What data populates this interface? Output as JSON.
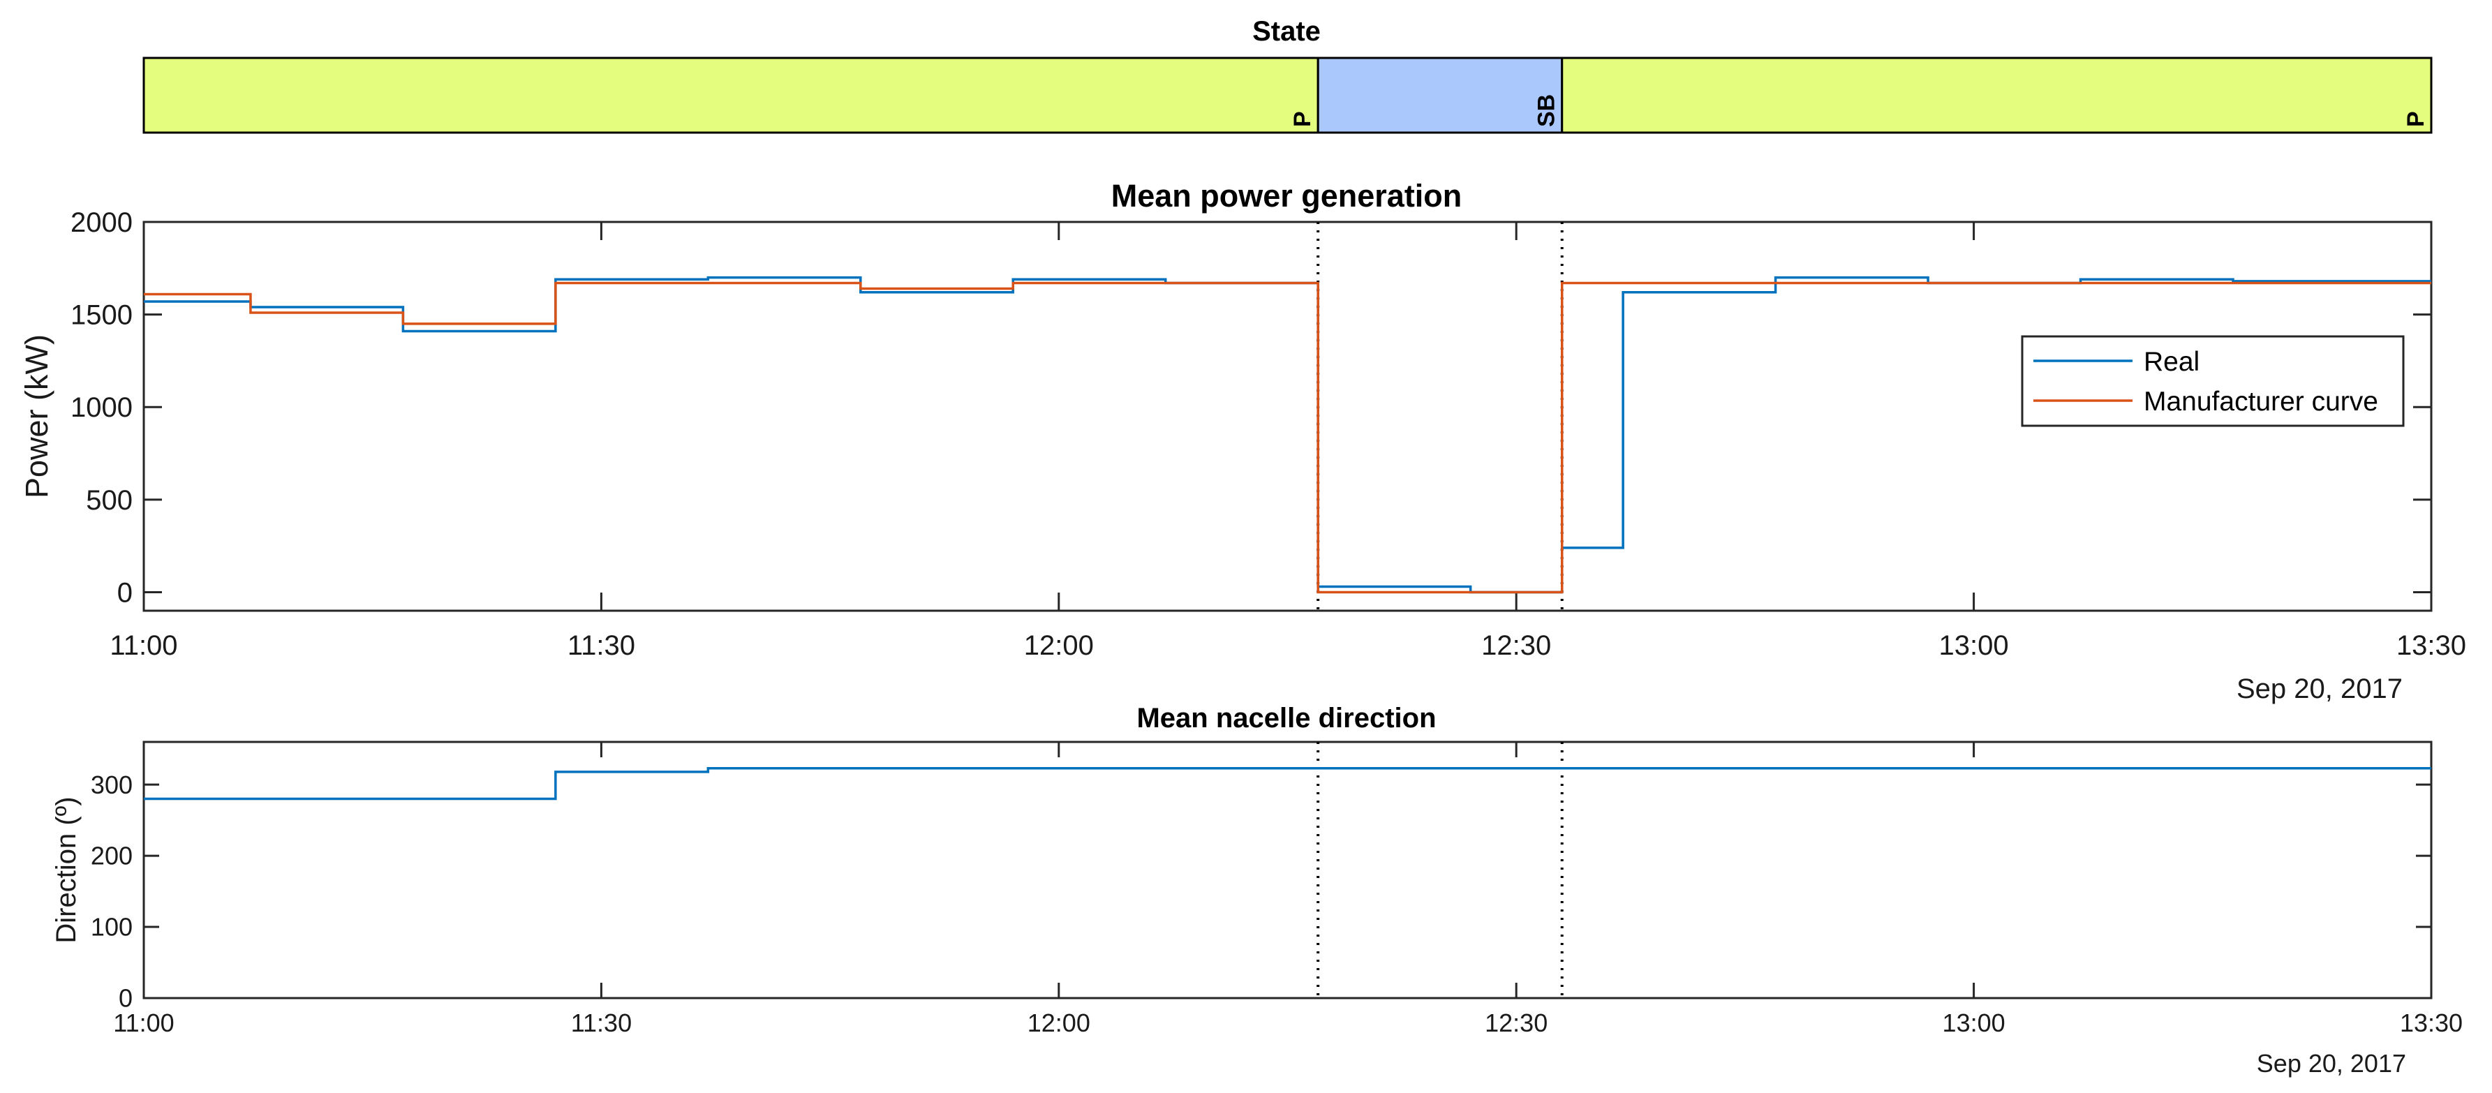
{
  "figure": {
    "date_label": "Sep 20, 2017"
  },
  "chart_data": [
    {
      "type": "state_bar",
      "title": "State",
      "xlim": [
        "11:00",
        "13:30"
      ],
      "segments": [
        {
          "start": "11:00",
          "end": "12:17",
          "label": "P",
          "color": "#e4fd7f"
        },
        {
          "start": "12:17",
          "end": "12:33",
          "label": "SB",
          "color": "#abc8fd"
        },
        {
          "start": "12:33",
          "end": "13:30",
          "label": "P",
          "color": "#e4fd7f"
        }
      ]
    },
    {
      "type": "line",
      "step": true,
      "title": "Mean power generation",
      "xlabel": "",
      "ylabel": "Power (kW)",
      "xlim": [
        "11:00",
        "13:30"
      ],
      "ylim": [
        -100,
        2000
      ],
      "yticks": [
        0,
        500,
        1000,
        1500,
        2000
      ],
      "xticks": [
        "11:00",
        "11:30",
        "12:00",
        "12:30",
        "13:00",
        "13:30"
      ],
      "date_label": "Sep 20, 2017",
      "vlines": [
        "12:17",
        "12:33"
      ],
      "legend": "right",
      "series": [
        {
          "name": "Real",
          "color": "#0072bd",
          "points": [
            [
              "11:00",
              1570
            ],
            [
              "11:07",
              1540
            ],
            [
              "11:17",
              1410
            ],
            [
              "11:27",
              1690
            ],
            [
              "11:37",
              1700
            ],
            [
              "11:47",
              1620
            ],
            [
              "11:57",
              1690
            ],
            [
              "12:07",
              1670
            ],
            [
              "12:17",
              30
            ],
            [
              "12:27",
              0
            ],
            [
              "12:33",
              240
            ],
            [
              "12:37",
              1620
            ],
            [
              "12:47",
              1700
            ],
            [
              "12:57",
              1670
            ],
            [
              "13:07",
              1690
            ],
            [
              "13:17",
              1680
            ],
            [
              "13:30",
              1680
            ]
          ]
        },
        {
          "name": "Manufacturer curve",
          "color": "#d95319",
          "points": [
            [
              "11:00",
              1610
            ],
            [
              "11:07",
              1510
            ],
            [
              "11:17",
              1450
            ],
            [
              "11:27",
              1670
            ],
            [
              "11:37",
              1670
            ],
            [
              "11:47",
              1640
            ],
            [
              "11:57",
              1670
            ],
            [
              "12:07",
              1670
            ],
            [
              "12:17",
              0
            ],
            [
              "12:33",
              1670
            ],
            [
              "12:47",
              1670
            ],
            [
              "12:57",
              1670
            ],
            [
              "13:07",
              1670
            ],
            [
              "13:17",
              1670
            ],
            [
              "13:30",
              1670
            ]
          ]
        }
      ]
    },
    {
      "type": "line",
      "step": true,
      "title": "Mean nacelle direction",
      "xlabel": "",
      "ylabel": "Direction (º)",
      "xlim": [
        "11:00",
        "13:30"
      ],
      "ylim": [
        0,
        360
      ],
      "yticks": [
        0,
        100,
        200,
        300
      ],
      "xticks": [
        "11:00",
        "11:30",
        "12:00",
        "12:30",
        "13:00",
        "13:30"
      ],
      "date_label": "Sep 20, 2017",
      "vlines": [
        "12:17",
        "12:33"
      ],
      "series": [
        {
          "name": "",
          "color": "#0072bd",
          "points": [
            [
              "11:00",
              280
            ],
            [
              "11:27",
              318
            ],
            [
              "11:37",
              323
            ],
            [
              "13:30",
              323
            ]
          ]
        }
      ]
    }
  ]
}
